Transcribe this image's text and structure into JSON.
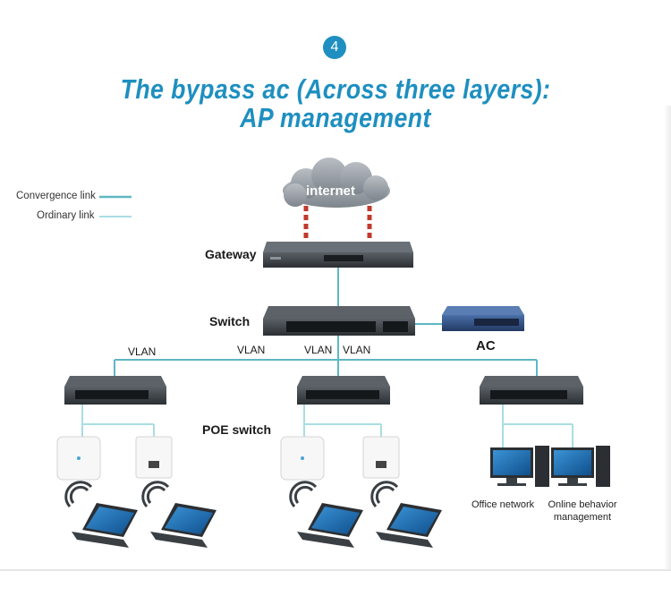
{
  "step_number": "4",
  "title_line1": "The bypass ac (Across three layers):",
  "title_line2": "AP management",
  "legend": {
    "convergence": "Convergence link",
    "ordinary": "Ordinary link"
  },
  "nodes": {
    "internet": "internet",
    "gateway": "Gateway",
    "switch": "Switch",
    "ac": "AC",
    "poe_switch": "POE switch",
    "office_network": "Office network",
    "online_behavior_line1": "Online behavior",
    "online_behavior_line2": "management"
  },
  "vlan_labels": [
    "VLAN",
    "VLAN",
    "VLAN",
    "VLAN"
  ],
  "colors": {
    "accent": "#1e8fc0",
    "link": "#5fb7c4",
    "internet_link": "#c0392b",
    "device": "#3a3f44"
  }
}
